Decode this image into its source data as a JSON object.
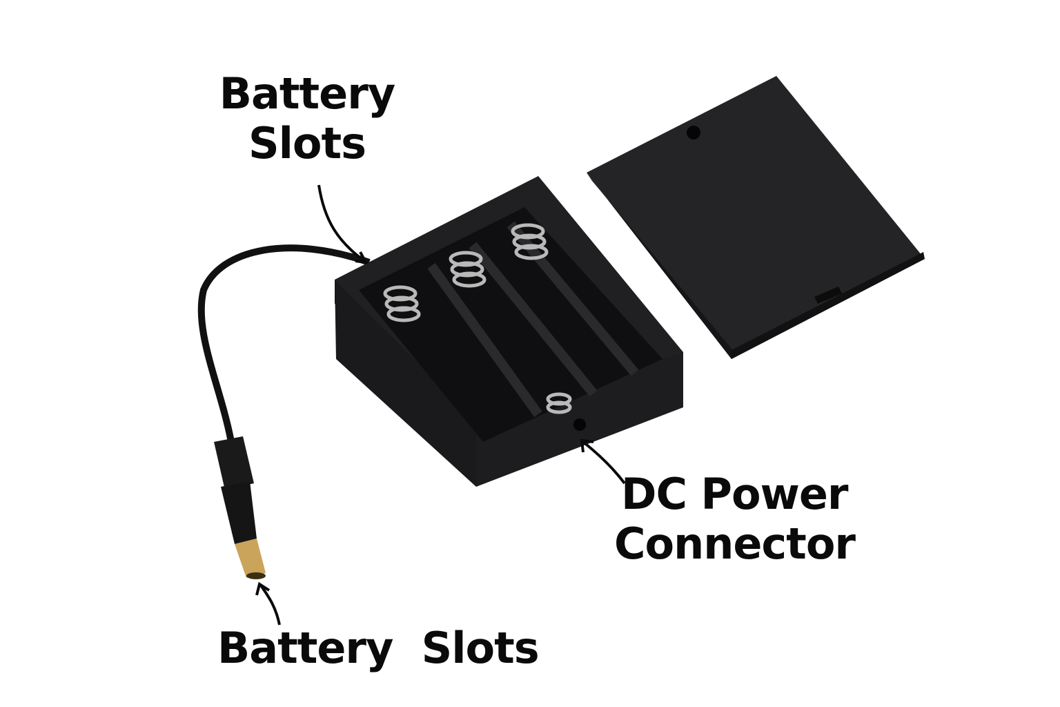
{
  "labels": {
    "top": {
      "line1": "Battery",
      "line2": "Slots"
    },
    "right": {
      "line1": "DC Power",
      "line2": "Connector"
    },
    "bottom": {
      "text": "Battery  Slots"
    }
  },
  "colors": {
    "plastic": "#1c1c1e",
    "spring": "#b9b9b9",
    "plug_tip": "#c9a45a",
    "text": "#0a0a0a"
  }
}
